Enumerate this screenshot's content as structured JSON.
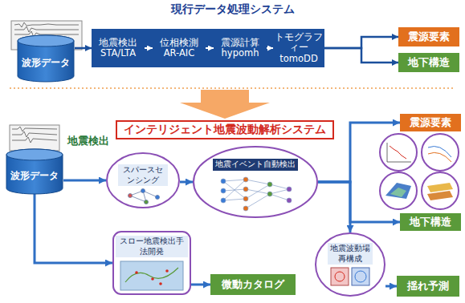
{
  "diagram": {
    "title": "現行データ処理システム",
    "nodes": [
      {
        "text": [
          "波形データ"
        ]
      },
      {
        "text": [
          "地震検出",
          "STA/LTA"
        ]
      },
      {
        "text": [
          "位相検測",
          "AR-AIC"
        ]
      },
      {
        "text": [
          "震源計算",
          "hypomh"
        ]
      },
      {
        "text": [
          "トモグラフィー",
          "tomoDD"
        ]
      },
      {
        "text": [
          "震源要素"
        ]
      },
      {
        "text": [
          "地下構造"
        ]
      },
      {
        "text": [
          "インテリジェント地震波動解析システム"
        ]
      },
      {
        "text": [
          "波形データ"
        ]
      },
      {
        "text": [
          "スパースセンシング"
        ]
      },
      {
        "text": [
          "地震イベント自動検出"
        ]
      },
      {
        "text": [
          "スロー地震検出手法開発"
        ]
      },
      {
        "text": [
          "微動カタログ"
        ]
      },
      {
        "text": [
          "地震波動場再構成"
        ]
      },
      {
        "text": [
          "揺れ予測"
        ]
      },
      {
        "text": [
          "震源要素"
        ]
      },
      {
        "text": [
          "地下構造"
        ]
      }
    ],
    "edges": [
      {
        "from": 0,
        "to": 1,
        "arrow": "to"
      },
      {
        "from": 1,
        "to": 2,
        "arrow": "to"
      },
      {
        "from": 2,
        "to": 3,
        "arrow": "to"
      },
      {
        "from": 3,
        "to": 4,
        "arrow": "to"
      },
      {
        "from": 4,
        "to": 5,
        "arrow": "to"
      },
      {
        "from": 4,
        "to": 6,
        "arrow": "to"
      },
      {
        "from": 8,
        "to": 9,
        "arrow": "to"
      },
      {
        "from": 8,
        "to": 11,
        "arrow": "to"
      },
      {
        "from": 9,
        "to": 10,
        "arrow": "to"
      },
      {
        "from": 10,
        "to": 15,
        "arrow": "to"
      },
      {
        "from": 10,
        "to": 16,
        "arrow": "to"
      },
      {
        "from": 10,
        "to": 13,
        "arrow": "to"
      },
      {
        "from": 11,
        "to": 12,
        "arrow": "to"
      },
      {
        "from": 13,
        "to": 14,
        "arrow": "to"
      }
    ],
    "labels": [
      "地震検出"
    ]
  }
}
